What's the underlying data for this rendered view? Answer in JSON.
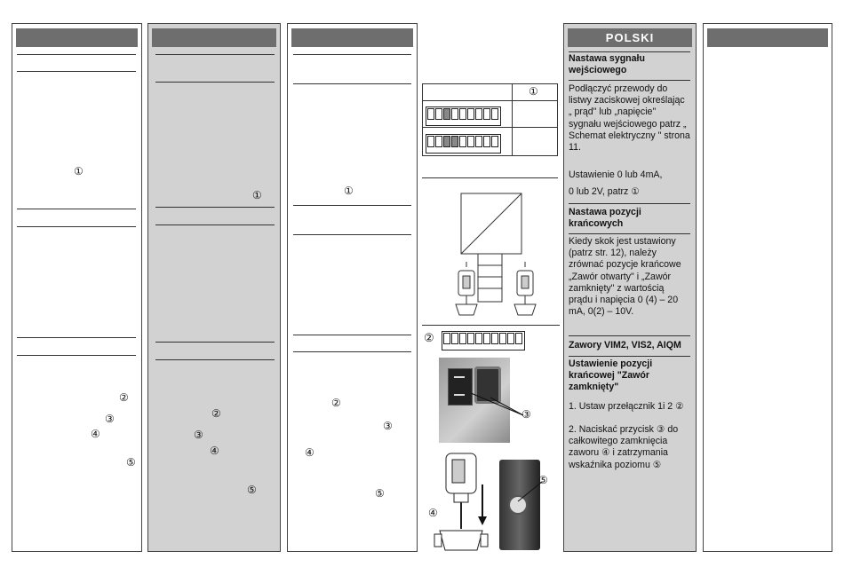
{
  "columns": [
    {
      "header": "",
      "markers": [
        "①",
        "②",
        "③",
        "④",
        "⑤"
      ]
    },
    {
      "header": "",
      "markers": [
        "①",
        "②",
        "③",
        "④",
        "⑤"
      ]
    },
    {
      "header": "",
      "markers": [
        "①",
        "②",
        "③",
        "④",
        "⑤"
      ]
    }
  ],
  "figure": {
    "table_header_marker": "①",
    "marker_2": "②",
    "marker_3": "③",
    "marker_4": "④",
    "marker_5": "⑤"
  },
  "polski": {
    "header": "POLSKI",
    "section1_title": "Nastawa sygnału wejściowego",
    "section1_p1": "Podłączyć przewody do listwy zaciskowej określając „ prąd\" lub „napięcie\" sygnału wejściowego patrz „ Schemat elektryczny \" strona 11.",
    "section1_p2": "Ustawienie 0 lub 4mA,",
    "section1_p3": "0 lub 2V, patrz ①",
    "section2_title": "Nastawa pozycji krańcowych",
    "section2_p1": "Kiedy skok jest ustawiony (patrz str. 12), należy zrównać pozycje krańcowe „Zawór otwarty\" i „Zawór zamknięty\" z wartością prądu i napięcia 0 (4) – 20 mA, 0(2) – 10V.",
    "section3_title": "Zawory VIM2, VIS2, AIQM",
    "section4_title": "Ustawienie pozycji krańcowej \"Zawór zamknięty\"",
    "step1": "1. Ustaw przełącznik 1i 2 ②",
    "step2": "2. Naciskać przycisk ③ do całkowitego zamknięcia zaworu ④ i zatrzymania wskaźnika poziomu ⑤"
  },
  "last_column": {
    "header": ""
  }
}
